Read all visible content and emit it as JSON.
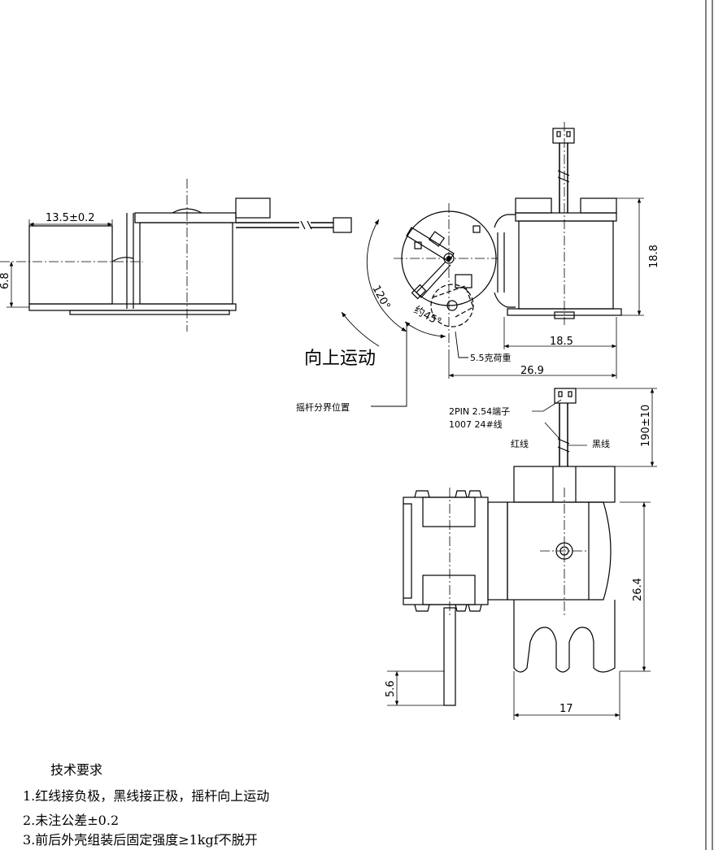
{
  "dimensions": {
    "side_length": "13.5±0.2",
    "side_height": "6.8",
    "front_height": "18.8",
    "front_width": "18.5",
    "overall_width": "26.9",
    "angle_total": "120°",
    "angle_partial": "约45°",
    "lead_length": "190±10",
    "bottom_height": "26.4",
    "shaft_offset": "5.6",
    "bottom_width": "17"
  },
  "labels": {
    "load": "5.5克荷重",
    "motion": "向上运动",
    "boundary": "摇杆分界位置",
    "connector": "2PIN  2.54端子",
    "wire_spec": "1007 24#线",
    "red_wire": "红线",
    "black_wire": "黑线"
  },
  "requirements": {
    "title": "技术要求",
    "items": [
      "1.红线接负极，黑线接正极，摇杆向上运动",
      "2.未注公差±0.2",
      "3.前后外壳组装后固定强度≥1kgf不脱开"
    ]
  }
}
